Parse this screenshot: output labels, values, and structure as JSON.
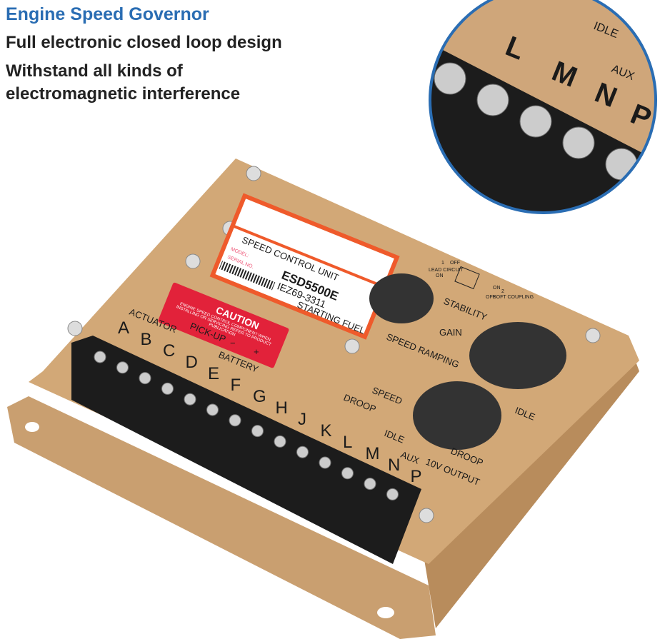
{
  "headline": {
    "title": "Engine Speed Governor",
    "lines": [
      "Full electronic closed loop design",
      "Withstand all kinds of",
      "electromagnetic interference"
    ]
  },
  "product_label": {
    "heading": "SPEED CONTROL UNIT",
    "model_label": "MODEL:",
    "serial_label": "SERIAL NO.",
    "model": "ESD5500E",
    "serial": "IEZ69-3311"
  },
  "caution_label": {
    "heading": "CAUTION",
    "text": "ENGINE SPEED CONTROL COMPONENT WHEN INSTALLING OR SERVICING REFER TO PRODUCT PUBLICATION"
  },
  "panel_labels": {
    "actuator": "ACTUATOR",
    "pickup": "PICK-UP",
    "battery": "BATTERY",
    "battery_minus": "−",
    "battery_plus": "+",
    "droop": "DROOP",
    "idle": "IDLE",
    "aux": "AUX",
    "output": "10V OUTPUT",
    "starting_fuel": "STARTING FUEL",
    "speed_ramping": "SPEED RAMPING",
    "stability": "STABILITY",
    "gain": "GAIN",
    "speed": "SPEED",
    "idle_pot": "IDLE",
    "droop_pot": "DROOP",
    "lead_circuit": "LEAD CIRCUIT",
    "soft_coupling": "SOFT COUPLING",
    "on": "ON",
    "off": "OFF",
    "switch_1": "1",
    "switch_2": "2"
  },
  "terminals": [
    "A",
    "B",
    "C",
    "D",
    "E",
    "F",
    "G",
    "H",
    "J",
    "K",
    "L",
    "M",
    "N",
    "P"
  ],
  "inset_labels": [
    "L",
    "M",
    "N",
    "P",
    "IDLE",
    "AUX"
  ],
  "colors": {
    "title": "#2a6db3",
    "plate": "#d2a877",
    "label_border": "#ef5a2b",
    "caution": "#e2223a",
    "inset_ring": "#2a6db3"
  }
}
